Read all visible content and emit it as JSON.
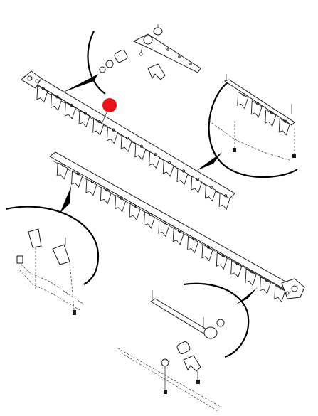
{
  "diagram": {
    "colors": {
      "line": "#1a1a1a",
      "background": "#ffffff",
      "marker": "#e8141c"
    },
    "parts": [
      {
        "id": "upper-sickle-bar",
        "icon": "sickle-bar-icon"
      },
      {
        "id": "lower-sickle-bar",
        "icon": "sickle-bar-icon"
      },
      {
        "id": "knife-head-detail-top",
        "icon": "knife-head-icon"
      },
      {
        "id": "section-bolt-detail-right",
        "icon": "bolt-icon"
      },
      {
        "id": "guard-detail-left",
        "icon": "guard-icon"
      },
      {
        "id": "knife-head-detail-bottom",
        "icon": "knife-head-icon"
      },
      {
        "id": "selected-point-marker",
        "icon": "red-dot-icon"
      }
    ]
  }
}
